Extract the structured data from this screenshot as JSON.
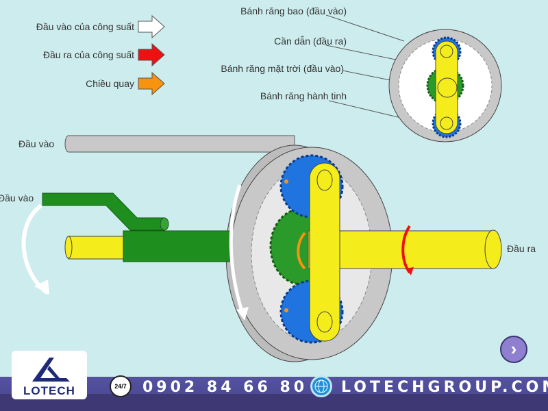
{
  "legend": [
    {
      "label": "Đầu vào của công suất",
      "color": "#ffffff"
    },
    {
      "label": "Đầu ra của công suất",
      "color": "#ee1111"
    },
    {
      "label": "Chiều quay",
      "color": "#f7930f"
    }
  ],
  "callouts": [
    "Bánh răng bao (đầu vào)",
    "Cần dẫn (đầu ra)",
    "Bánh răng mặt trời (đầu vào)",
    "Bánh răng hành tinh"
  ],
  "shaft_labels": {
    "ring_input": "Đầu vào",
    "sun_input": "Đầu vào",
    "output": "Đầu ra"
  },
  "colors": {
    "ring": "#c8c8c8",
    "carrier": "#f5ec1c",
    "sun": "#2a9a2a",
    "planet": "#1f74e0"
  },
  "nav": {
    "next_icon": "chevron-right-icon",
    "next_glyph": "›"
  },
  "footer": {
    "logo_text": "LOTECH",
    "phone_badge": "24/7",
    "phone": "0902 84 66 80",
    "website": "LOTECHGROUP.COM"
  }
}
